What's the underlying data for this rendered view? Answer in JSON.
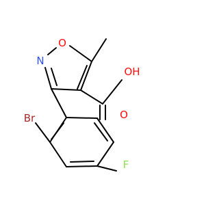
{
  "atoms": {
    "O1": {
      "label": "O",
      "color": "#ff0d0d"
    },
    "N2": {
      "label": "N",
      "color": "#3050f8"
    },
    "O_carbonyl": {
      "label": "O",
      "color": "#ff0d0d"
    },
    "OH": {
      "label": "OH",
      "color": "#ff0d0d"
    },
    "Br": {
      "label": "Br",
      "color": "#a62929"
    },
    "F": {
      "label": "F",
      "color": "#90e050"
    }
  }
}
